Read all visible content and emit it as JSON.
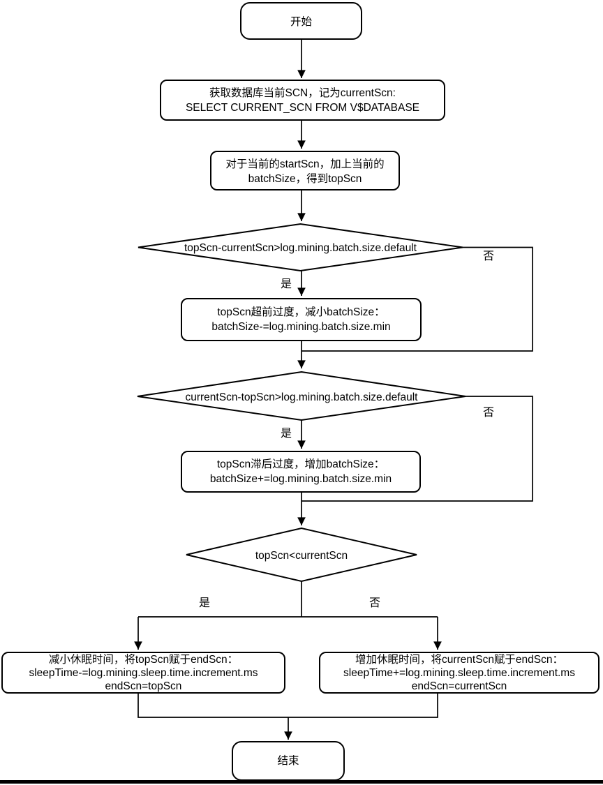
{
  "flowchart": {
    "start": {
      "label": "开始"
    },
    "fetch_scn": {
      "lines": [
        "获取数据库当前SCN，记为currentScn:",
        "SELECT CURRENT_SCN FROM V$DATABASE"
      ]
    },
    "compute_topscn": {
      "lines": [
        "对于当前的startScn，加上当前的",
        "batchSize，得到topScn"
      ]
    },
    "check_ahead": {
      "label": "topScn-currentScn>log.mining.batch.size.default"
    },
    "shrink_batch": {
      "lines": [
        "topScn超前过度，减小batchSize：",
        "batchSize-=log.mining.batch.size.min"
      ]
    },
    "check_behind": {
      "label": "currentScn-topScn>log.mining.batch.size.default"
    },
    "grow_batch": {
      "lines": [
        "topScn滞后过度，增加batchSize：",
        "batchSize+=log.mining.batch.size.min"
      ]
    },
    "check_top_lt_current": {
      "label": "topScn<currentScn"
    },
    "shrink_sleep": {
      "lines": [
        "减小休眠时间，将topScn赋于endScn：",
        "sleepTime-=log.mining.sleep.time.increment.ms",
        "endScn=topScn"
      ]
    },
    "grow_sleep": {
      "lines": [
        "增加休眠时间，将currentScn赋于endScn：",
        "sleepTime+=log.mining.sleep.time.increment.ms",
        "endScn=currentScn"
      ]
    },
    "end": {
      "label": "结束"
    },
    "branch_labels": {
      "yes": "是",
      "no": "否"
    }
  },
  "colors": {
    "stroke": "#000000",
    "background": "#ffffff",
    "text": "#000000"
  }
}
